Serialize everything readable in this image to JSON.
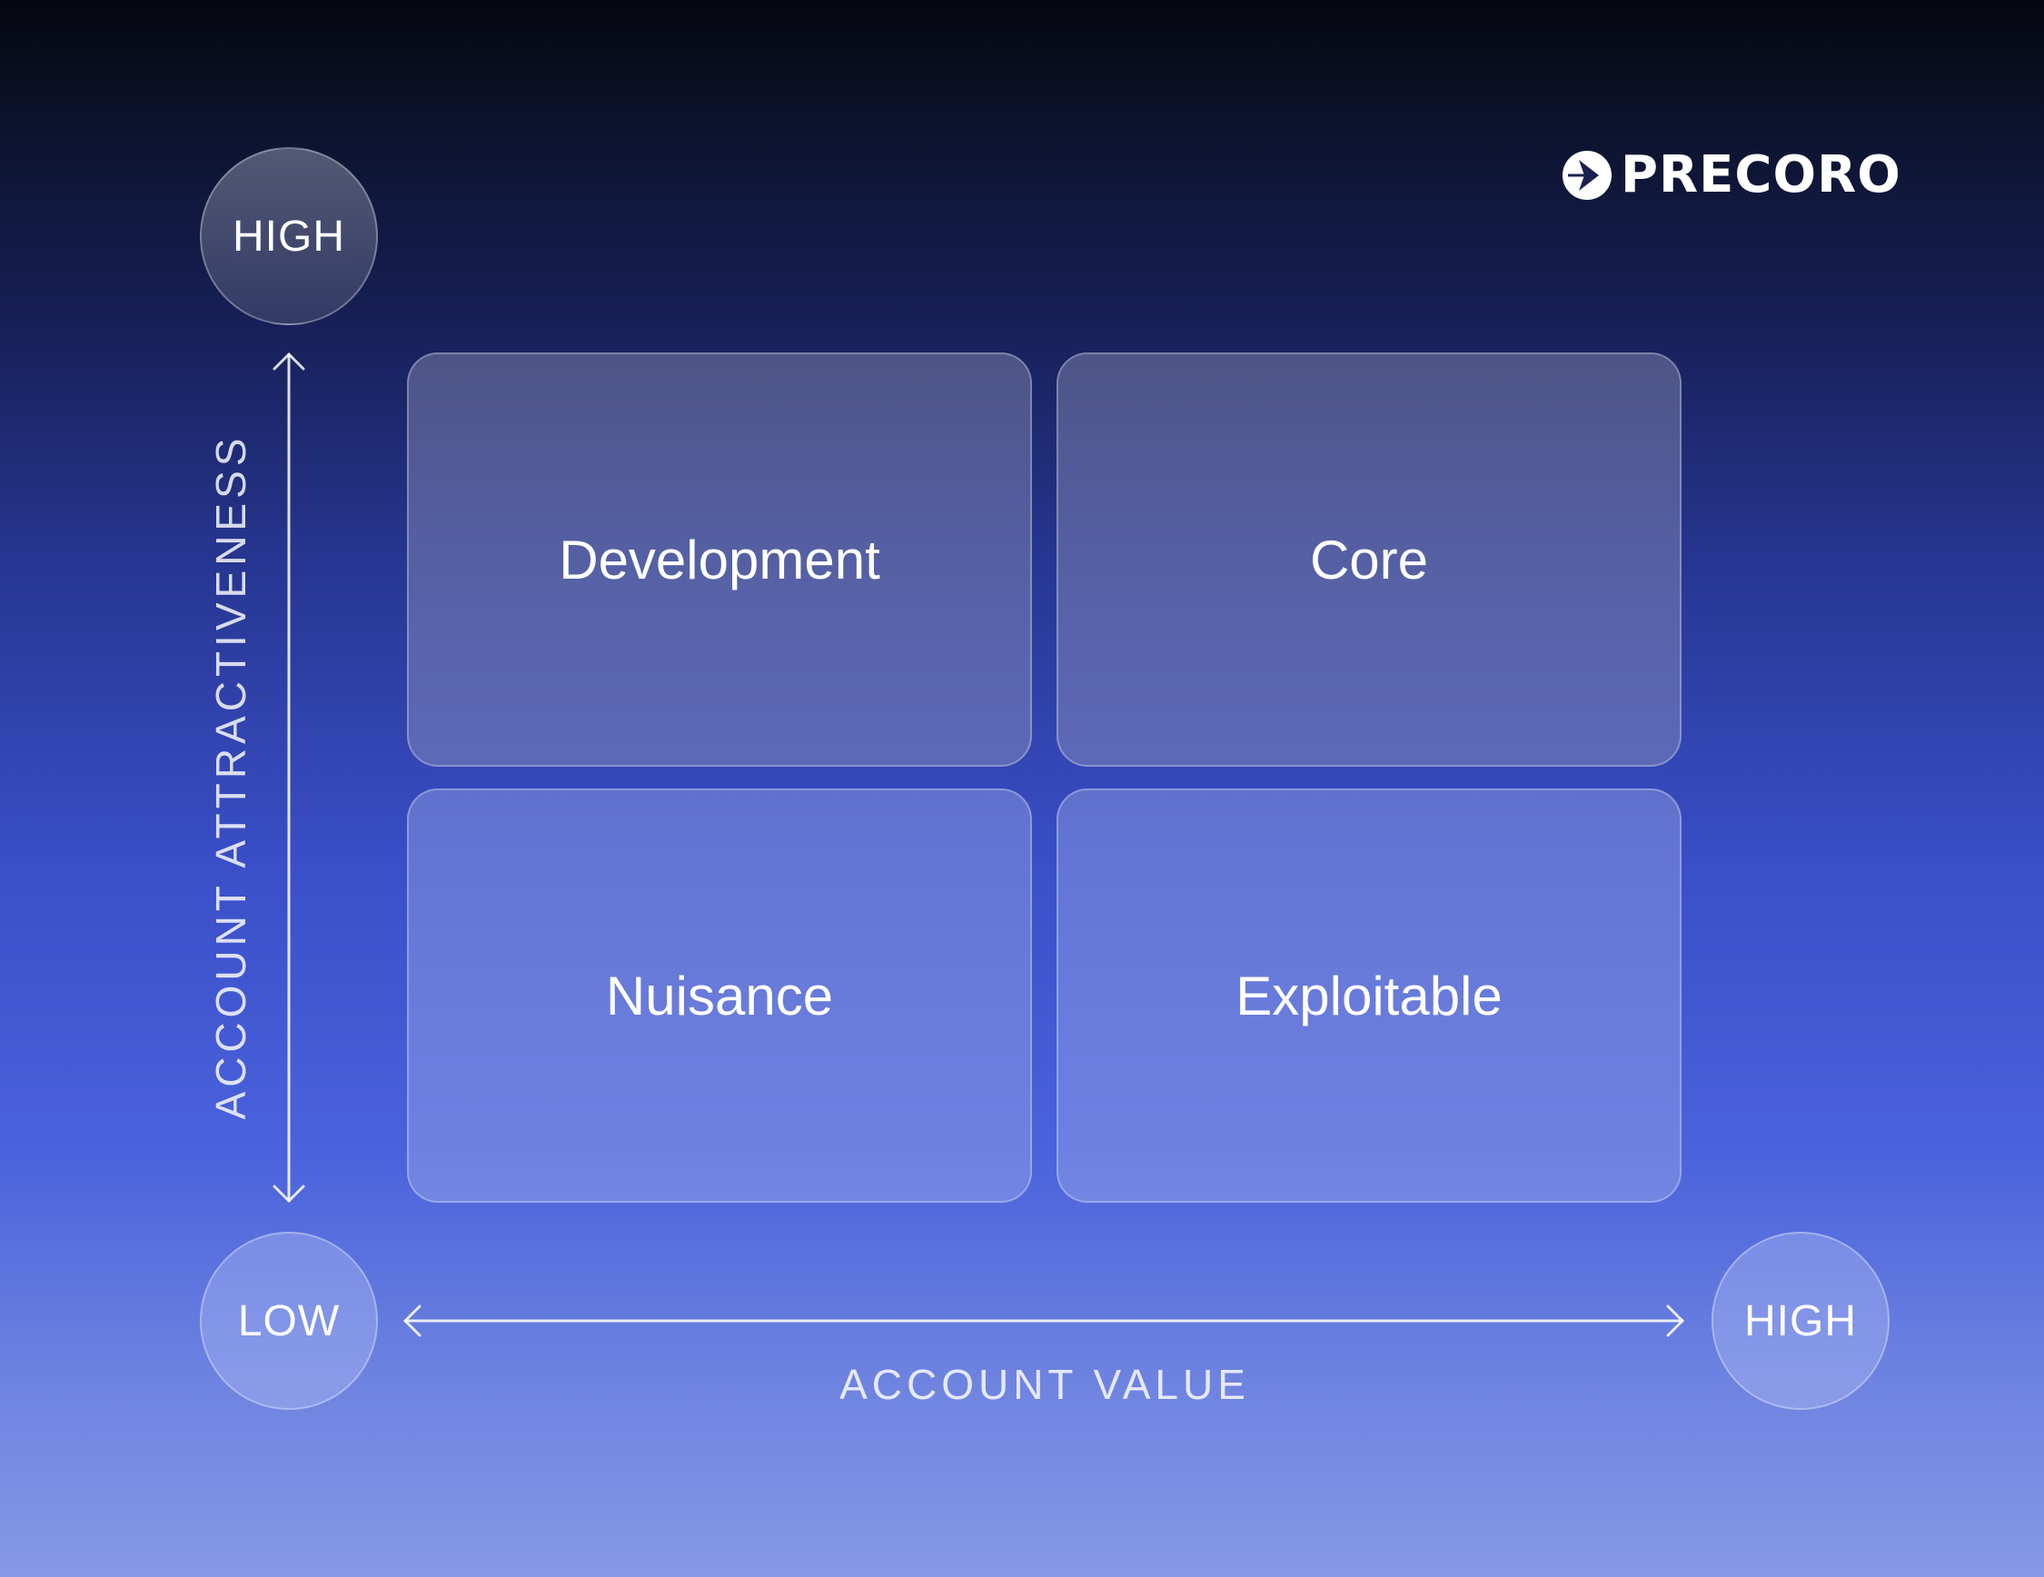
{
  "brand": {
    "name": "PRECORO",
    "icon": "precoro-logo-icon"
  },
  "axes": {
    "y_label": "ACCOUNT ATTRACTIVENESS",
    "x_label": "ACCOUNT VALUE",
    "y_high": "HIGH",
    "origin_low": "LOW",
    "x_high": "HIGH"
  },
  "quadrants": {
    "top_left": "Development",
    "top_right": "Core",
    "bottom_left": "Nuisance",
    "bottom_right": "Exploitable"
  },
  "colors": {
    "background_top": "#05070f",
    "background_bottom": "#8698e6",
    "text": "#ffffff"
  }
}
